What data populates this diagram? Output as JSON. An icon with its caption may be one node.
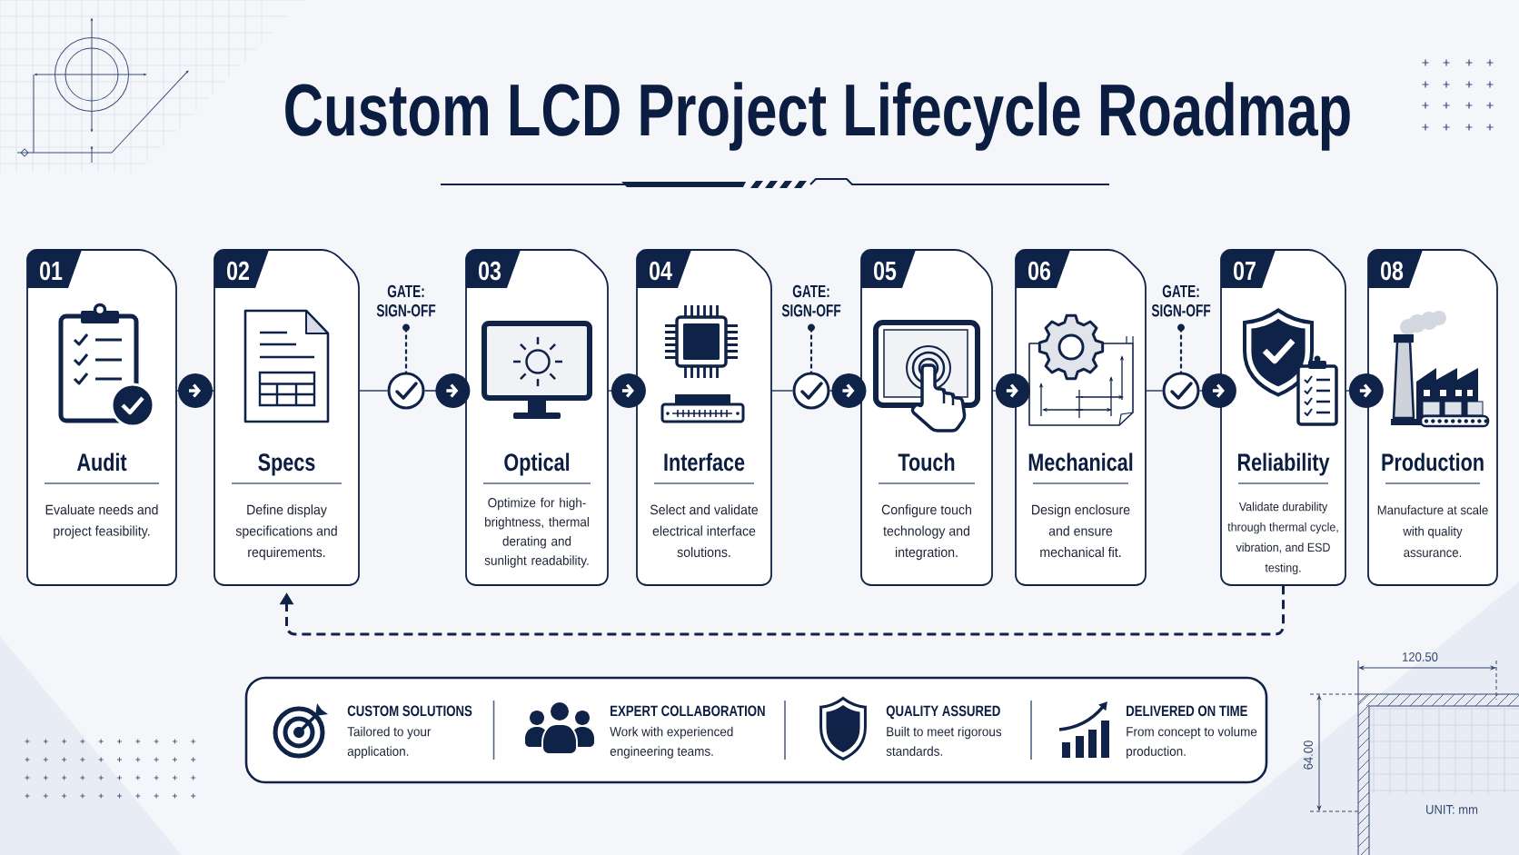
{
  "diagram": {
    "title": "Custom LCD Project Lifecycle Roadmap",
    "nodes": [
      {
        "text": [
          "01",
          "Audit",
          "Evaluate needs and project feasibility."
        ]
      },
      {
        "text": [
          "02",
          "Specs",
          "Define display specifications and requirements."
        ]
      },
      {
        "text": [
          "GATE: SIGN-OFF"
        ]
      },
      {
        "text": [
          "03",
          "Optical",
          "Optimize for high-brightness, thermal derating and sunlight readability."
        ]
      },
      {
        "text": [
          "04",
          "Interface",
          "Select and validate electrical interface solutions."
        ]
      },
      {
        "text": [
          "GATE: SIGN-OFF"
        ]
      },
      {
        "text": [
          "05",
          "Touch",
          "Configure touch technology and integration."
        ]
      },
      {
        "text": [
          "06",
          "Mechanical",
          "Design enclosure and ensure mechanical fit."
        ]
      },
      {
        "text": [
          "GATE: SIGN-OFF"
        ]
      },
      {
        "text": [
          "07",
          "Reliability",
          "Validate durability through thermal cycle, vibration, and ESD testing."
        ]
      },
      {
        "text": [
          "08",
          "Production",
          "Manufacture at scale with quality assurance."
        ]
      },
      {
        "text": [
          "CUSTOM SOLUTIONS",
          "Tailored to your application.",
          "EXPERT COLLABORATION",
          "Work with experienced engineering teams.",
          "QUALITY ASSURED",
          "Built to meet rigorous standards.",
          "DELIVERED ON TIME",
          "From concept to volume production."
        ]
      }
    ],
    "edges": [
      {
        "from": 0,
        "to": 1,
        "arrow": "to"
      },
      {
        "from": 1,
        "to": 2,
        "arrow": "none"
      },
      {
        "from": 2,
        "to": 3,
        "arrow": "to"
      },
      {
        "from": 3,
        "to": 4,
        "arrow": "to"
      },
      {
        "from": 4,
        "to": 5,
        "arrow": "none"
      },
      {
        "from": 5,
        "to": 6,
        "arrow": "to"
      },
      {
        "from": 6,
        "to": 7,
        "arrow": "to"
      },
      {
        "from": 7,
        "to": 8,
        "arrow": "none"
      },
      {
        "from": 8,
        "to": 9,
        "arrow": "to"
      },
      {
        "from": 9,
        "to": 10,
        "arrow": "to"
      },
      {
        "from": 9,
        "to": 1,
        "arrow": "to",
        "style": "dashed"
      }
    ],
    "labels": [
      "120.50",
      "64.00",
      "UNIT: mm"
    ]
  }
}
